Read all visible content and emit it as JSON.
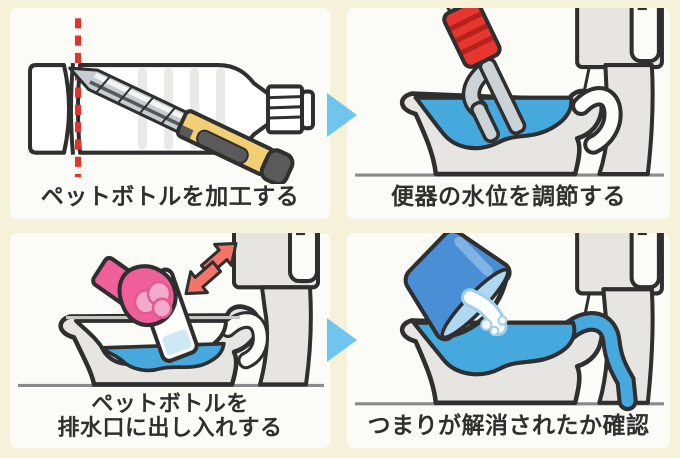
{
  "title": "toilet-unclog-with-pet-bottle-steps",
  "palette": {
    "background": "#f6f1d9",
    "panel_background": "#fbfbf7",
    "outline": "#2f2f2f",
    "toilet_gray": "#e6e5e2",
    "water_blue": "#46a9dd",
    "ground_gray": "#8a8a8a",
    "cutter_yellow": "#f2cf74",
    "cut_line_red": "#e63329",
    "pump_red": "#e73530",
    "glove_pink": "#ef5f9a",
    "motion_arrow_red": "#f3756a",
    "bucket_blue": "#4a8ed6"
  },
  "flow_arrows": {
    "color": "#6fc5ee",
    "direction": "right"
  },
  "steps": [
    {
      "id": 1,
      "illustration": "pet-bottle-and-cutter",
      "caption": "ペットボトルを加工する"
    },
    {
      "id": 2,
      "illustration": "toilet-pump-water-level",
      "caption": "便器の水位を調節する"
    },
    {
      "id": 3,
      "illustration": "gloved-hand-bottle-in-drain",
      "caption_line1": "ペットボトルを",
      "caption_line2": "排水口に出し入れする"
    },
    {
      "id": 4,
      "illustration": "bucket-pour-check",
      "caption": "つまりが解消されたか確認"
    }
  ]
}
